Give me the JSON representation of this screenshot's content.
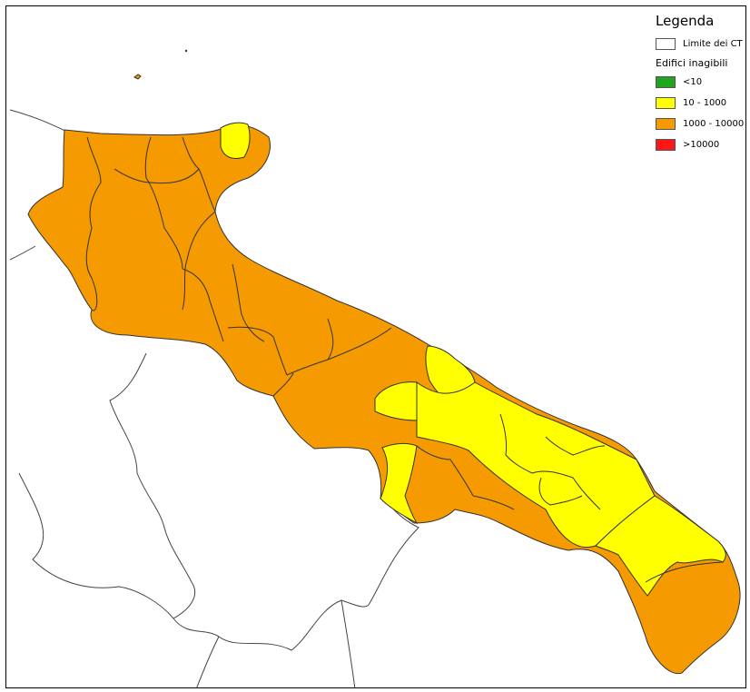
{
  "legend": {
    "title": "Legenda",
    "boundary_label": "Limite dei CT",
    "section_title": "Edifici inagibili",
    "classes": [
      {
        "label": "<10",
        "color": "#1fa51f"
      },
      {
        "label": "10 - 1000",
        "color": "#ffff00"
      },
      {
        "label": "1000 - 10000",
        "color": "#f59a00"
      },
      {
        "label": ">10000",
        "color": "#ff1616"
      }
    ]
  },
  "map": {
    "class_by_unit": {
      "gargano-north": "10 - 1000",
      "puglia-north-west": "1000 - 10000",
      "bari-coast": "1000 - 10000",
      "bari-south": "10 - 1000",
      "taranto-area": "1000 - 10000",
      "salento-center": "10 - 1000",
      "salento-tip": "1000 - 10000"
    }
  }
}
